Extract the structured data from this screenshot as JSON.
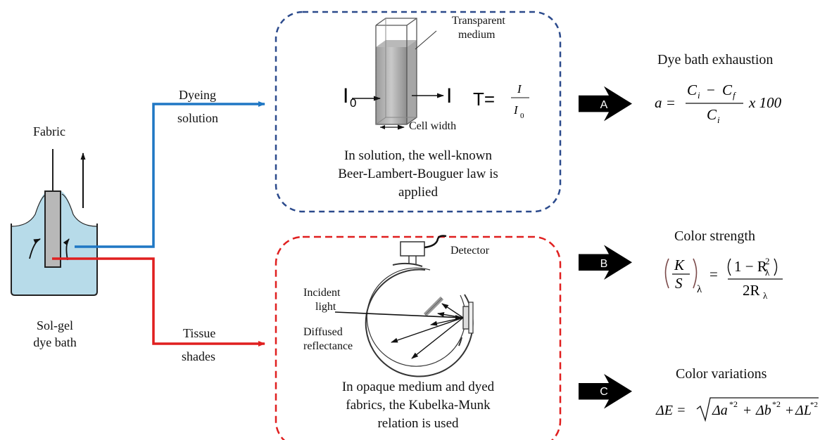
{
  "left": {
    "fabric_label": "Fabric",
    "bath_label_line1": "Sol-gel",
    "bath_label_line2": "dye bath",
    "branch_top_line1": "Dyeing",
    "branch_top_line2": "solution",
    "branch_bottom_line1": "Tissue",
    "branch_bottom_line2": "shades"
  },
  "top_box": {
    "transparent_label_line1": "Transparent",
    "transparent_label_line2": "medium",
    "i0_main": "I",
    "i0_sub": "0",
    "i_label": "I",
    "cell_width_label": "Cell width",
    "transmittance_T": "T=",
    "transmittance_num": "I",
    "transmittance_den": "I",
    "transmittance_den_sub": "0",
    "caption_line1": "In solution, the well-known",
    "caption_line2": "Beer-Lambert-Bouguer law is",
    "caption_line3": "applied"
  },
  "bottom_box": {
    "detector_label": "Detector",
    "incident_line1": "Incident",
    "incident_line2": "light",
    "diffused_line1": "Diffused",
    "diffused_line2": "reflectance",
    "caption_line1": "In opaque medium and dyed",
    "caption_line2": "fabrics, the Kubelka-Munk",
    "caption_line3": "relation is used"
  },
  "outputs": {
    "a": {
      "badge": "A",
      "title": "Dye bath exhaustion",
      "lhs": "a =",
      "num_Ci": "C",
      "num_i": "i",
      "num_minus": "−",
      "num_Cf": "C",
      "num_f": "f",
      "den_Ci": "C",
      "den_i": "i",
      "tail": "x 100"
    },
    "b": {
      "badge": "B",
      "title": "Color strength",
      "K": "K",
      "S": "S",
      "lambda": "λ",
      "eq": "=",
      "num_text": "1 − R",
      "num_sup": "2",
      "num_sub": "λ",
      "den_text": "2R",
      "den_sub": "λ"
    },
    "c": {
      "badge": "C",
      "title": "Color variations",
      "lhs": "ΔE =",
      "radicand_1": "Δa",
      "sup_1": "*2",
      "plus_1": "+",
      "radicand_2": "Δb",
      "sup_2": "*2",
      "plus_2": "+",
      "radicand_3": "ΔL",
      "sup_3": "*2"
    }
  },
  "colors": {
    "blue_arrow": "#1f77c4",
    "red_arrow": "#e01f1f",
    "top_box_dash": "#2b4a8c",
    "bottom_box_dash": "#e01f1f",
    "bath_liquid": "#b7dbe9",
    "badge": "#000000"
  }
}
